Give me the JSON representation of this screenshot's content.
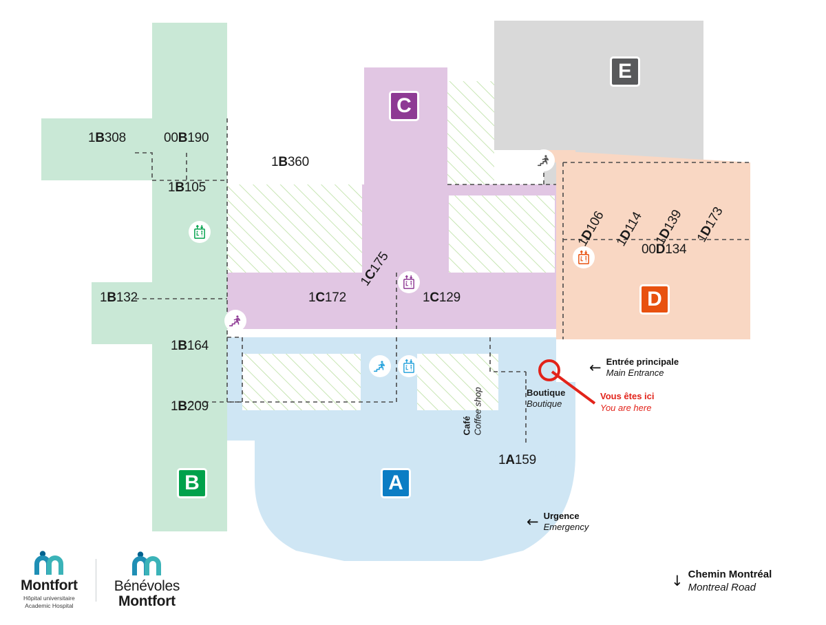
{
  "map": {
    "title": "Montfort Hospital Floor Map",
    "background": "#ffffff",
    "zones": [
      {
        "id": "A",
        "letter": "A",
        "fill": "#cfe6f4",
        "badge_color": "#0b7dc4"
      },
      {
        "id": "B",
        "letter": "B",
        "fill": "#c9e8d6",
        "badge_color": "#00a14b"
      },
      {
        "id": "C",
        "letter": "C",
        "fill": "#e1c6e3",
        "badge_color": "#8e3a94"
      },
      {
        "id": "D",
        "letter": "D",
        "fill": "#f9d7c3",
        "badge_color": "#e8510f"
      },
      {
        "id": "E",
        "letter": "E",
        "fill": "#d9d9d9",
        "badge_color": "#58595b"
      }
    ],
    "room_labels": [
      {
        "id": "1B308",
        "prefix": "1",
        "bold": "B",
        "suffix": "308",
        "rotation": 0
      },
      {
        "id": "00B190",
        "prefix": "00",
        "bold": "B",
        "suffix": "190",
        "rotation": 0
      },
      {
        "id": "1B360",
        "prefix": "1",
        "bold": "B",
        "suffix": "360",
        "rotation": 0
      },
      {
        "id": "1B105",
        "prefix": "1",
        "bold": "B",
        "suffix": "105",
        "rotation": 0
      },
      {
        "id": "1B132",
        "prefix": "1",
        "bold": "B",
        "suffix": "132",
        "rotation": 0
      },
      {
        "id": "1B164",
        "prefix": "1",
        "bold": "B",
        "suffix": "164",
        "rotation": 0
      },
      {
        "id": "1B209",
        "prefix": "1",
        "bold": "B",
        "suffix": "209",
        "rotation": 0
      },
      {
        "id": "1C172",
        "prefix": "1",
        "bold": "C",
        "suffix": "172",
        "rotation": 0
      },
      {
        "id": "1C129",
        "prefix": "1",
        "bold": "C",
        "suffix": "129",
        "rotation": 0
      },
      {
        "id": "1C175",
        "prefix": "1",
        "bold": "C",
        "suffix": "175",
        "rotation": -55
      },
      {
        "id": "1A159",
        "prefix": "1",
        "bold": "A",
        "suffix": "159",
        "rotation": 0
      },
      {
        "id": "1D106",
        "prefix": "1",
        "bold": "D",
        "suffix": "106",
        "rotation": -60
      },
      {
        "id": "1D114",
        "prefix": "1",
        "bold": "D",
        "suffix": "114",
        "rotation": -60
      },
      {
        "id": "1D139",
        "prefix": "1",
        "bold": "D",
        "suffix": "139",
        "rotation": -60
      },
      {
        "id": "1D173",
        "prefix": "1",
        "bold": "D",
        "suffix": "173",
        "rotation": -60
      },
      {
        "id": "00D134",
        "prefix": "00",
        "bold": "D",
        "suffix": "134",
        "rotation": 0
      }
    ],
    "points_of_interest": [
      {
        "id": "cafe",
        "fr": "Café",
        "en": "Coffee shop",
        "orientation": "vertical"
      },
      {
        "id": "boutique",
        "fr": "Boutique",
        "en": "Boutique",
        "orientation": "horizontal"
      }
    ],
    "wayfinding": [
      {
        "id": "main-entrance",
        "arrow": "←",
        "fr": "Entrée principale",
        "en": "Main Entrance"
      },
      {
        "id": "emergency",
        "arrow": "←",
        "fr": "Urgence",
        "en": "Emergency"
      },
      {
        "id": "montreal-road",
        "arrow": "↓",
        "fr": "Chemin Montréal",
        "en": "Montreal Road"
      }
    ],
    "you_are_here": {
      "fr": "Vous êtes ici",
      "en": "You are here",
      "color": "#e2231a"
    },
    "icons": [
      {
        "id": "elevator-b",
        "type": "elevator-icon",
        "color": "#00a14b"
      },
      {
        "id": "stairs-b",
        "type": "stairs-icon",
        "color": "#8e3a94"
      },
      {
        "id": "elevator-c",
        "type": "elevator-icon",
        "color": "#8e3a94"
      },
      {
        "id": "stairs-a",
        "type": "stairs-icon",
        "color": "#28a3dc"
      },
      {
        "id": "elevator-a",
        "type": "elevator-icon",
        "color": "#28a3dc"
      },
      {
        "id": "elevator-d",
        "type": "elevator-icon",
        "color": "#e8510f"
      },
      {
        "id": "stairs-e",
        "type": "stairs-icon",
        "color": "#4d4d4d"
      }
    ]
  },
  "footer": {
    "logo_primary": {
      "name": "Montfort",
      "tagline_fr": "Hôpital universitaire",
      "tagline_en": "Academic Hospital"
    },
    "logo_secondary": {
      "line1": "Bénévoles",
      "line2": "Montfort"
    },
    "logo_colors": {
      "dark": "#005f87",
      "teal": "#3bb3b8",
      "mid": "#1f8fb5"
    }
  }
}
